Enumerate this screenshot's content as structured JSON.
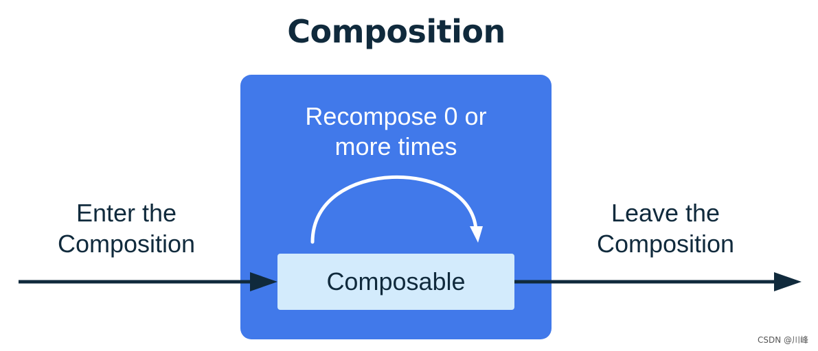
{
  "title": "Composition",
  "box_label": "Recompose 0 or\nmore times",
  "composable_label": "Composable",
  "enter_label": "Enter the\nComposition",
  "leave_label": "Leave the\nComposition",
  "watermark": "CSDN @川峰",
  "colors": {
    "ink": "#102a3c",
    "box": "#4179ea",
    "composable": "#d3ebfc",
    "loop_arrow": "#ffffff"
  }
}
